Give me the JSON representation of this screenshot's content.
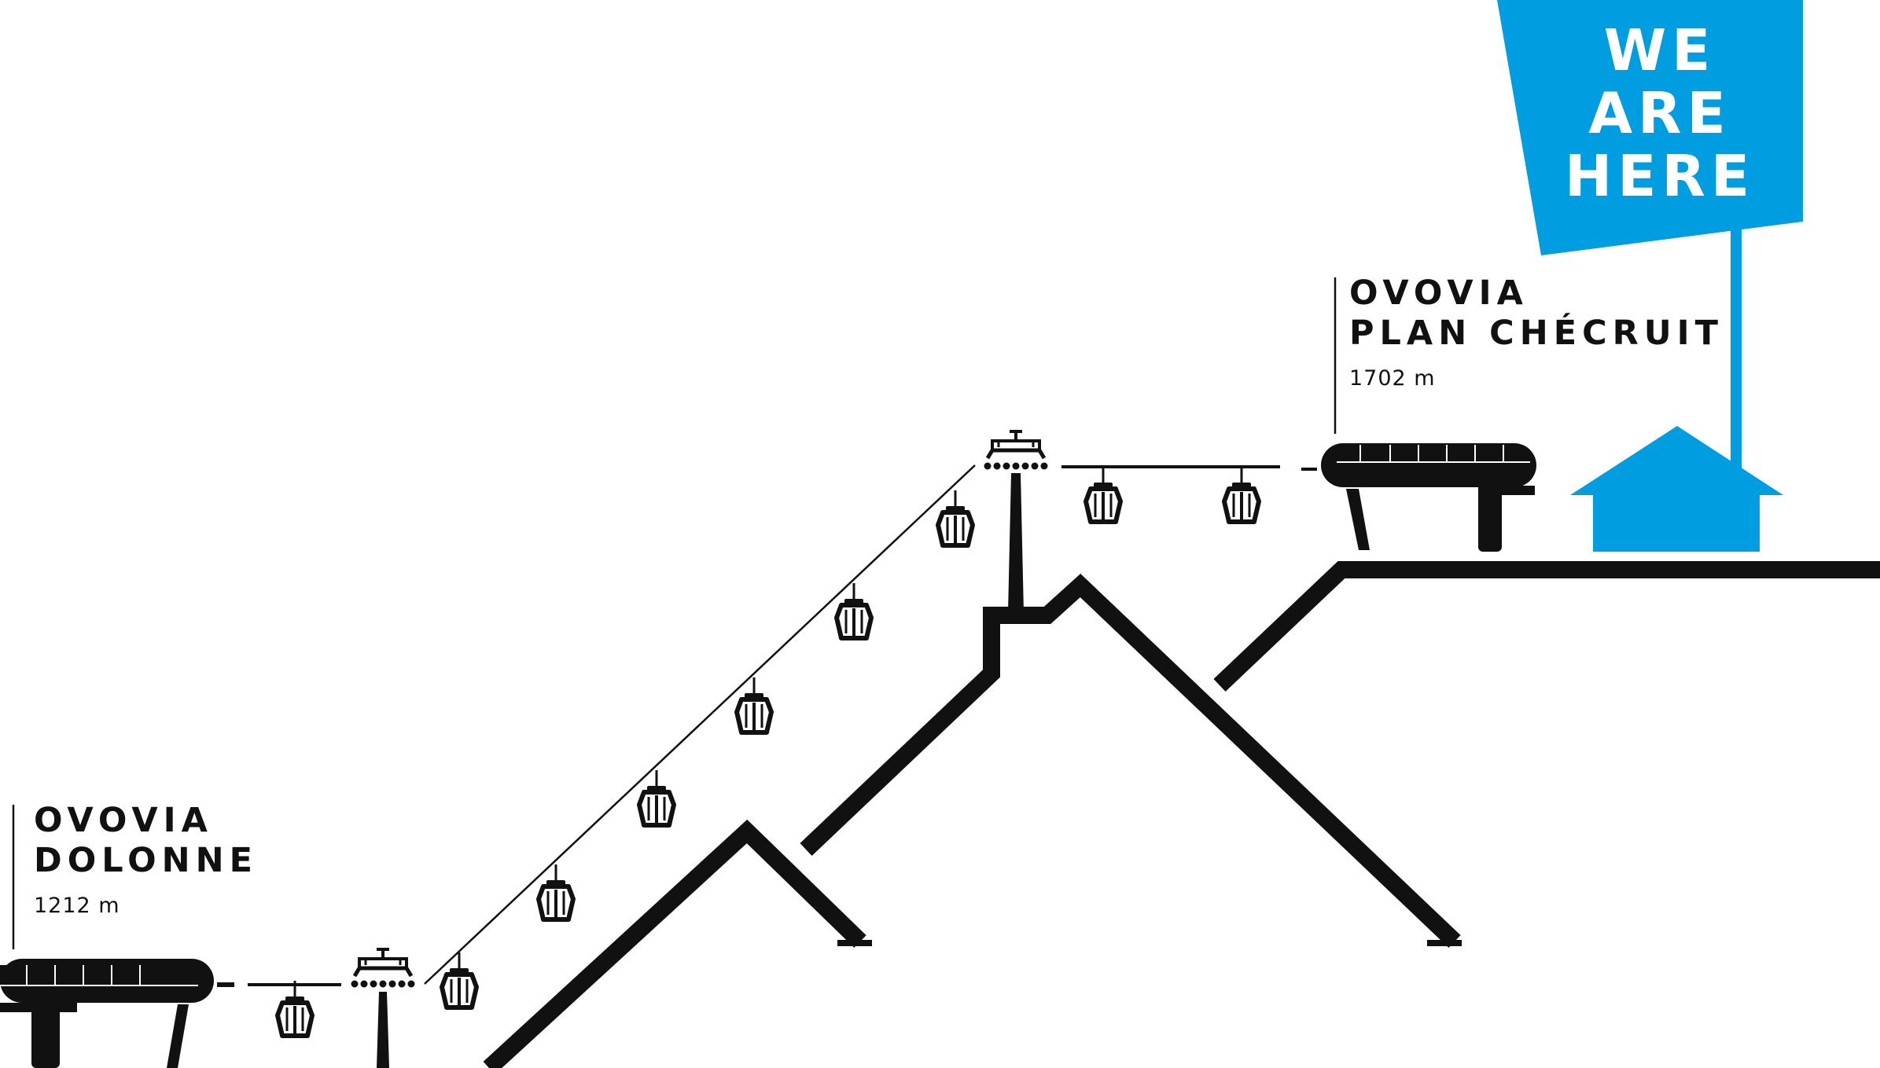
{
  "banner": {
    "lines": [
      "WE",
      "ARE",
      "HERE"
    ],
    "color": "#009ee0"
  },
  "stations": {
    "top": {
      "name_line1": "OVOVIA",
      "name_line2": "PLAN CHÉCRUIT",
      "altitude": "1702 m"
    },
    "bottom": {
      "name_line1": "OVOVIA",
      "name_line2": "DOLONNE",
      "altitude": "1212 m"
    }
  },
  "colors": {
    "ink": "#111111",
    "accent": "#009ee0",
    "background": "#ffffff"
  },
  "icons": [
    "gondola-cabin-icon",
    "pylon-icon",
    "station-building-icon",
    "house-icon"
  ]
}
